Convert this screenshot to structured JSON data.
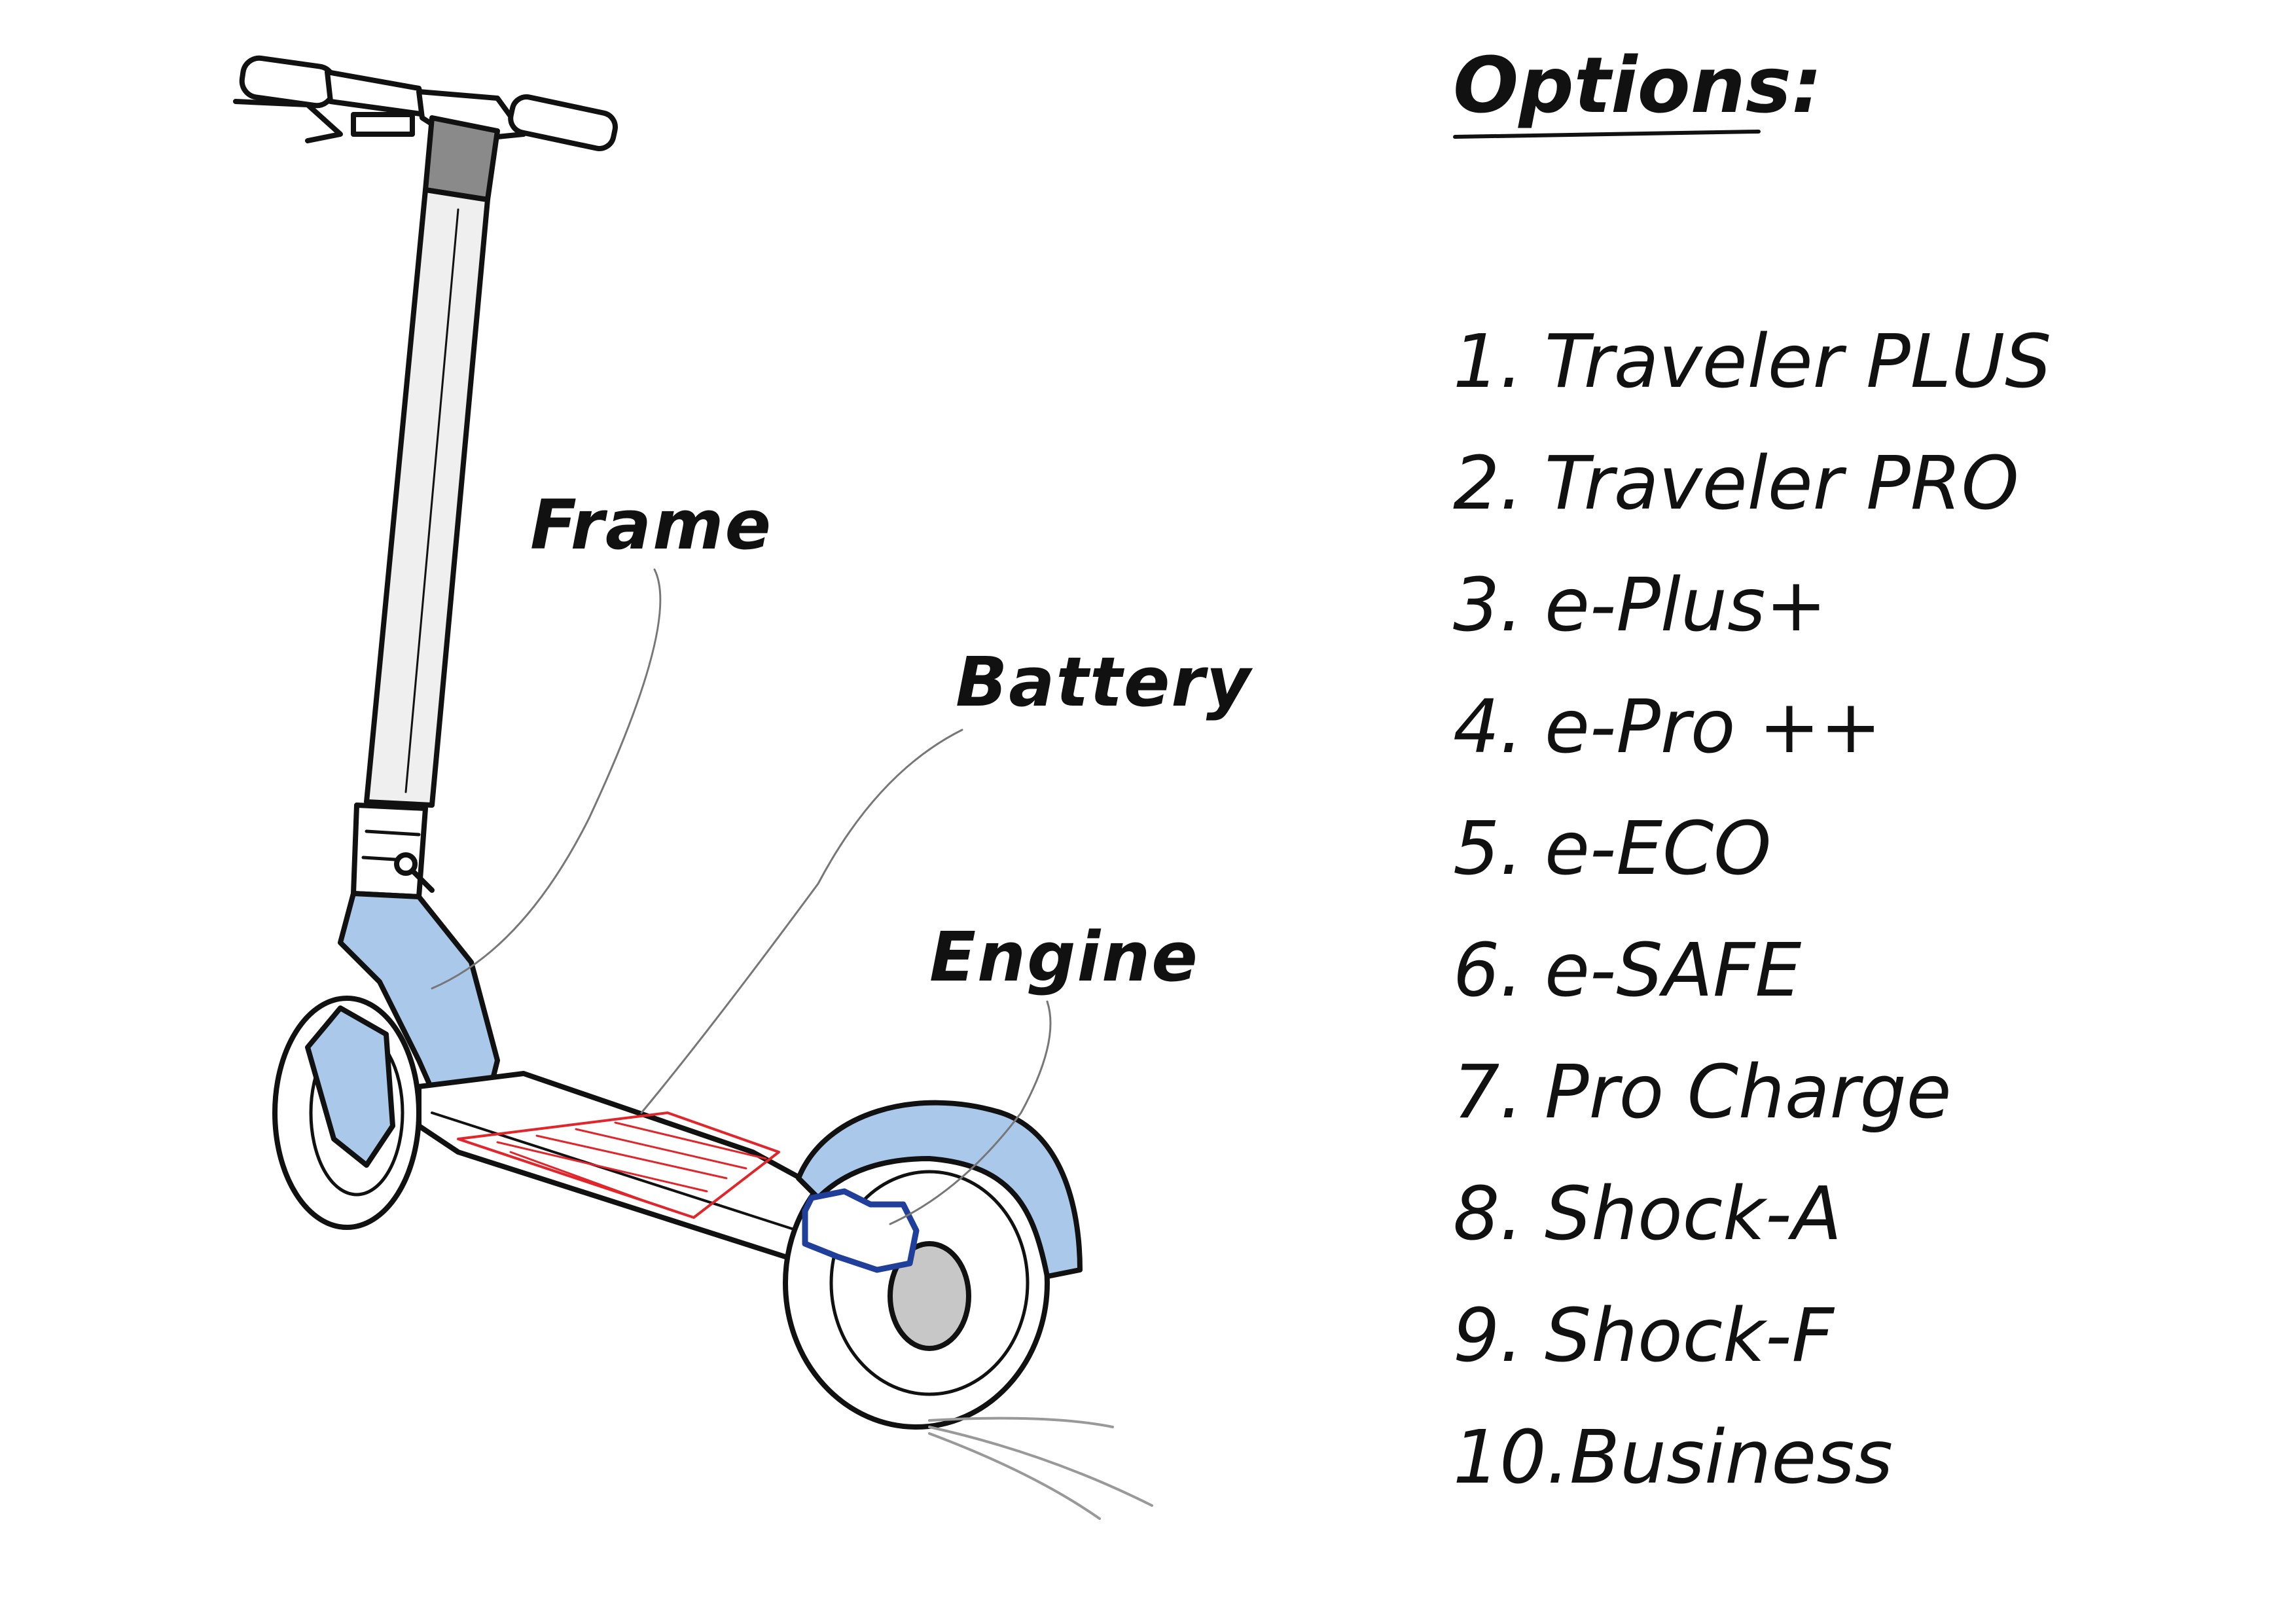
{
  "labels": {
    "frame": "Frame",
    "battery": "Battery",
    "engine": "Engine"
  },
  "options": {
    "title": "Options:",
    "items": [
      {
        "num": "1.",
        "name": "Traveler PLUS"
      },
      {
        "num": "2.",
        "name": "Traveler PRO"
      },
      {
        "num": "3.",
        "name": "e-Plus+"
      },
      {
        "num": "4.",
        "name": "e-Pro ++"
      },
      {
        "num": "5.",
        "name": "e-ECO"
      },
      {
        "num": "6.",
        "name": "e-SAFE"
      },
      {
        "num": "7.",
        "name": "Pro Charge"
      },
      {
        "num": "8.",
        "name": "Shock-A"
      },
      {
        "num": "9.",
        "name": "Shock-F"
      },
      {
        "num": "10.",
        "name": "Business"
      }
    ]
  },
  "colors": {
    "body_fill": "#a9c8ea",
    "battery_stroke": "#e0262b",
    "engine_stroke": "#1f3f9a",
    "outline": "#111111"
  }
}
